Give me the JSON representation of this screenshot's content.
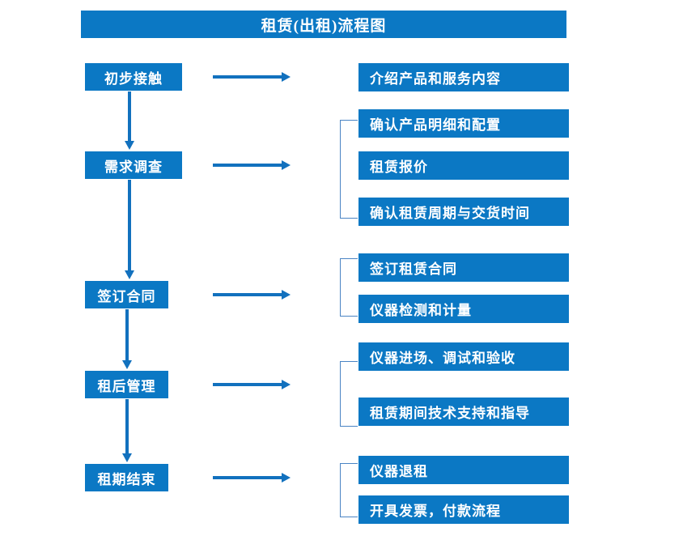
{
  "diagram": {
    "title": "租赁(出租)流程图",
    "accent_color": "#0B78C4",
    "arrow_color": "#1271BE",
    "bracket_color": "#4A84C4",
    "text_color": "#FFFFFF",
    "background_color": "#FFFFFF"
  },
  "stages": [
    {
      "id": "stage-1",
      "label": "初步接触"
    },
    {
      "id": "stage-2",
      "label": "需求调查"
    },
    {
      "id": "stage-3",
      "label": "签订合同"
    },
    {
      "id": "stage-4",
      "label": "租后管理"
    },
    {
      "id": "stage-5",
      "label": "租期结束"
    }
  ],
  "details": {
    "group1": [
      {
        "label": "介绍产品和服务内容"
      }
    ],
    "group2": [
      {
        "label": "确认产品明细和配置"
      },
      {
        "label": "租赁报价"
      },
      {
        "label": "确认租赁周期与交货时间"
      }
    ],
    "group3": [
      {
        "label": "签订租赁合同"
      },
      {
        "label": "仪器检测和计量"
      }
    ],
    "group4": [
      {
        "label": "仪器进场、调试和验收"
      },
      {
        "label": "租赁期间技术支持和指导"
      }
    ],
    "group5": [
      {
        "label": "仪器退租"
      },
      {
        "label": "开具发票，付款流程"
      }
    ]
  },
  "connectors": {
    "horizontal_arrows": 5,
    "vertical_arrows": 4,
    "brackets": 4
  }
}
